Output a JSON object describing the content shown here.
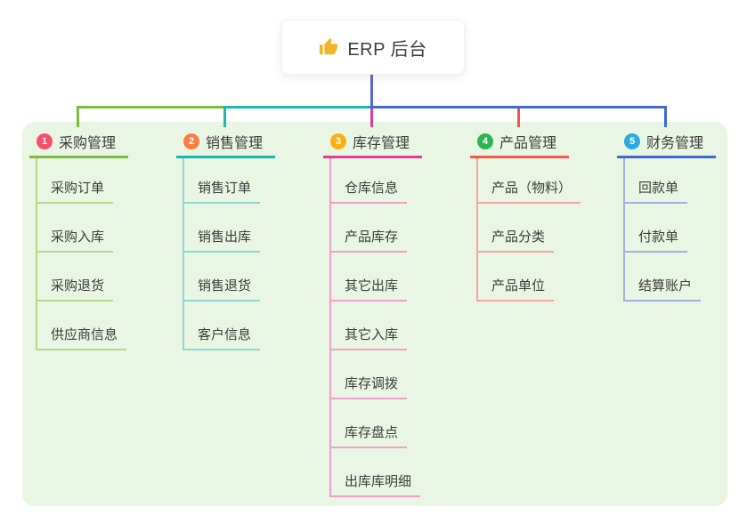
{
  "root": {
    "title": "ERP 后台",
    "icon": "thumbs-up-icon",
    "icon_color": "#f2b52a",
    "connector_color": "#5767d5"
  },
  "panel": {
    "background": "#e9f6e3"
  },
  "text_color": "#3d3d3d",
  "branches": [
    {
      "index": "1",
      "label": "采购管理",
      "badge_color": "#f8506a",
      "color": "#7fbb42",
      "light_color": "#b4d98e",
      "children": [
        "采购订单",
        "采购入库",
        "采购退货",
        "供应商信息"
      ]
    },
    {
      "index": "2",
      "label": "销售管理",
      "badge_color": "#fa7e41",
      "color": "#1cb8ab",
      "light_color": "#8ed8d0",
      "children": [
        "销售订单",
        "销售出库",
        "销售退货",
        "客户信息"
      ]
    },
    {
      "index": "3",
      "label": "库存管理",
      "badge_color": "#f9b013",
      "color": "#e63a9b",
      "light_color": "#f0a0ca",
      "children": [
        "仓库信息",
        "产品库存",
        "其它出库",
        "其它入库",
        "库存调拨",
        "库存盘点",
        "出库库明细"
      ]
    },
    {
      "index": "4",
      "label": "产品管理",
      "badge_color": "#2eb553",
      "color": "#f4564e",
      "light_color": "#f8a59f",
      "children": [
        "产品（物料）",
        "产品分类",
        "产品单位"
      ]
    },
    {
      "index": "5",
      "label": "财务管理",
      "badge_color": "#2aabe2",
      "color": "#4169d2",
      "light_color": "#9fb0e2",
      "children": [
        "回款单",
        "付款单",
        "结算账户"
      ]
    }
  ]
}
